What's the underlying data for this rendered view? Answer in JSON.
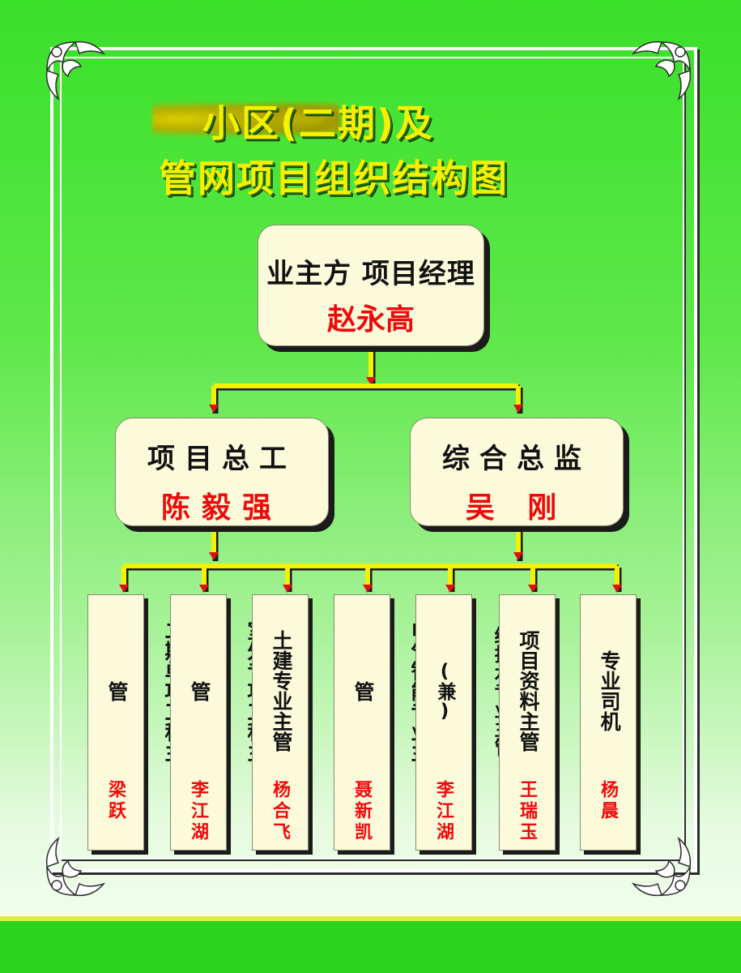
{
  "title": {
    "line1": "小区(二期)及",
    "line2": "管网项目组织结构图"
  },
  "top": {
    "role": "业主方 项目经理",
    "person": "赵永高"
  },
  "middle": [
    {
      "role": "项目总工",
      "person": "陈毅强"
    },
    {
      "role": "综合总监",
      "person": "吴 刚"
    }
  ],
  "bottom": [
    {
      "role": "二期单项工程主管",
      "person": "梁跃"
    },
    {
      "role": "室外专项工程主管",
      "person": "李江湖"
    },
    {
      "role": "土建专业主管",
      "person": "杨合飞"
    },
    {
      "role": "电气智能专业主管",
      "person": "聂新凯"
    },
    {
      "role": "给排水专业主管(兼)",
      "person": "李江湖"
    },
    {
      "role": "项目资料主管",
      "person": "王瑞玉"
    },
    {
      "role": "专业司机",
      "person": "杨晨"
    }
  ],
  "colors": {
    "connector": "#f2f200",
    "arrow_tip": "#e01010",
    "box_fill": "#fbfbdc",
    "name_red": "#ee0a0a",
    "title_yellow": "#f6f000"
  }
}
